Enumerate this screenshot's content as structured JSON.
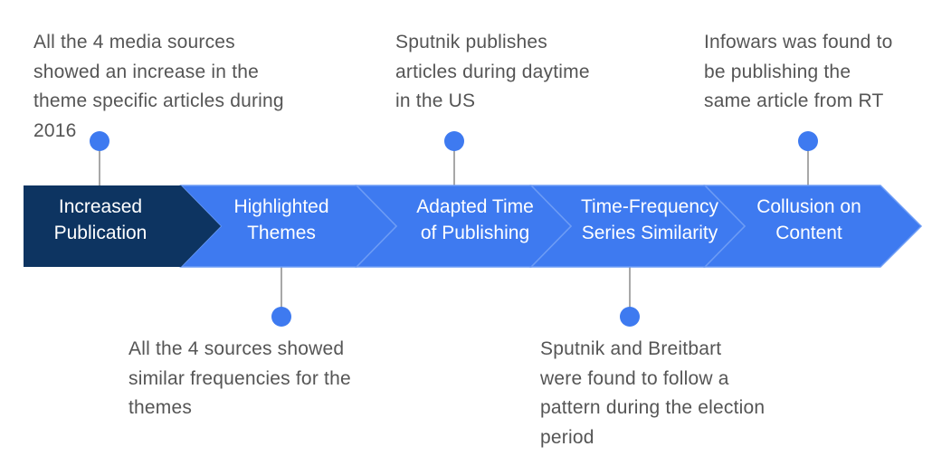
{
  "colors": {
    "step_dark": "#0d3461",
    "step_blue": "#3e7af0",
    "dot_blue": "#3e7af0",
    "separator": "#6d9cf5",
    "connector": "#8a8a8a",
    "note_text": "#555555"
  },
  "steps": [
    {
      "label": "Increased\nPublication"
    },
    {
      "label": "Highlighted\nThemes"
    },
    {
      "label": "Adapted Time\nof Publishing"
    },
    {
      "label": "Time-Frequency\nSeries Similarity"
    },
    {
      "label": "Collusion on\nContent"
    }
  ],
  "notes": {
    "top": [
      {
        "step": 1,
        "text": "All the 4 media sources\nshowed an increase in the\ntheme specific articles during\n2016"
      },
      {
        "step": 3,
        "text": "Sputnik publishes\narticles during daytime\nin the US"
      },
      {
        "step": 5,
        "text": "Infowars was found to\nbe publishing the\nsame article from RT"
      }
    ],
    "bottom": [
      {
        "step": 2,
        "text": "All the 4 sources showed\nsimilar frequencies for the\nthemes"
      },
      {
        "step": 4,
        "text": "Sputnik and Breitbart\nwere found to follow a\npattern during the election\nperiod"
      }
    ]
  }
}
